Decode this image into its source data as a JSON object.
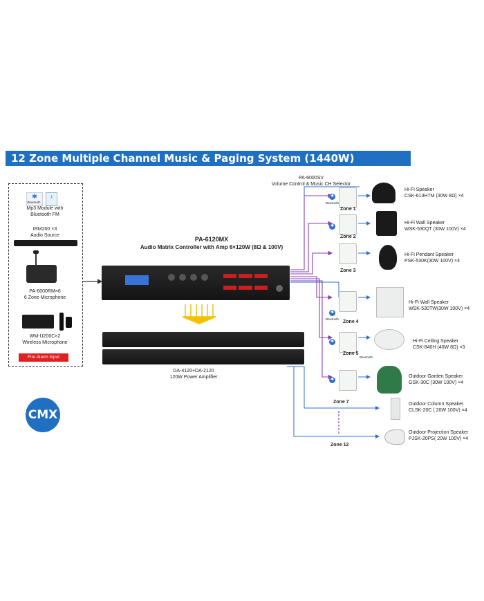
{
  "banner": {
    "title": "12 Zone Multiple Channel Music & Paging System (1440W)"
  },
  "sources": {
    "bluetooth_label": "Bluetooth",
    "mp3_label": "Mp3 Module with\nBluetooth FM",
    "irm_label": "IRM200 ×3\nAudio Source",
    "mic_label": "PA-6000RM×6\n6 Zone Microphone",
    "wireless_label": "WM-U200C×2\nWireless  Microphone",
    "fire_label": "Fire Alarm Input"
  },
  "controller": {
    "model": "PA-6120MX",
    "description": "Audio Matrix Controller with Amp 6×120W (8Ω & 100V)"
  },
  "amplifier": {
    "label": "DA-4120+DA-2120\n120W Power Amplifier"
  },
  "selector": {
    "label": "PA-6000SV\nVolume  Control & Music CH Selector"
  },
  "bluetooth_tag": "Bluetooth",
  "zones": [
    {
      "name": "Zone 1",
      "speaker": "Hi-Fi Speaker\nCSK-613HTM (30W 8Ω) ×4"
    },
    {
      "name": "Zone 2",
      "speaker": "Hi-Fi Wall Speaker\nWSK-530QT (30W 100V) ×4"
    },
    {
      "name": "Zone 3",
      "speaker": "Hi-Fi Pendant Speaker\nPSK-530K(30W 100V) ×4"
    },
    {
      "name": "Zone 4",
      "speaker": "Hi-Fi Wall Speaker\nWSK-530TW(30W 100V) ×4"
    },
    {
      "name": "Zone 5",
      "speaker": "Hi-Fi Ceiling Speaker\nCSK-840H (40W 8Ω) ×3"
    },
    {
      "name": "",
      "speaker": "Outdoor Garden Speaker\nGSK-30C (30W 100V) ×4"
    },
    {
      "name": "Zone 7",
      "speaker": "Outdoor  Column Speaker\nCLSK-20C ( 20W 100V) ×4"
    },
    {
      "name": "Zone 12",
      "speaker": "Outdoor  Projection Speaker\nPJSK-20PS( 20W 100V) ×4"
    }
  ],
  "logo": "CMX",
  "colors": {
    "banner": "#1f6fc2",
    "line_purple": "#8a3fb3",
    "line_blue": "#2b6fd0",
    "fire": "#e02020",
    "arrow_yellow": "#f2c200"
  }
}
